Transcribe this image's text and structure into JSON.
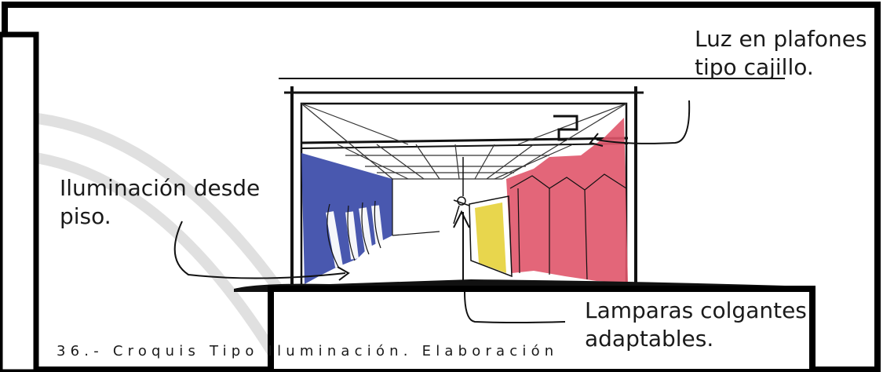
{
  "annotations": {
    "ceiling_light": [
      "Luz en plafones",
      "tipo cajillo."
    ],
    "floor_light": [
      "Iluminación desde",
      "piso."
    ],
    "hanging_lamps": [
      "Lamparas colgantes",
      "adaptables."
    ]
  },
  "caption": "36.- Croquis Tipo Iluminación. Elaboración",
  "colors": {
    "blue_panels": "#3a4aa8",
    "red_panels": "#e0556a",
    "yellow_panel": "#e6d23a",
    "ink": "#111111",
    "watermark": "#d8d8d8",
    "watermark_blue": "#2b5fa0"
  }
}
